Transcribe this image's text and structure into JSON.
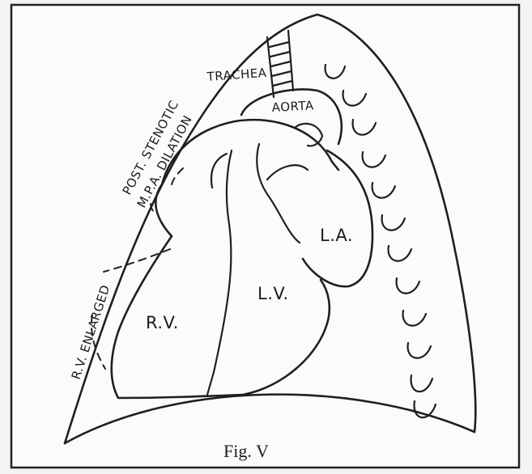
{
  "labels": {
    "trachea": "TRACHEA",
    "aorta": "AORTA",
    "post_stenotic": "POST. STENOTIC",
    "mpa_dilation": "M.P.A. DILATION",
    "rv_enlarged": "R.V. ENLARGED",
    "la": "L.A.",
    "lv": "L.V.",
    "rv": "R.V."
  },
  "caption": "Fig. V"
}
